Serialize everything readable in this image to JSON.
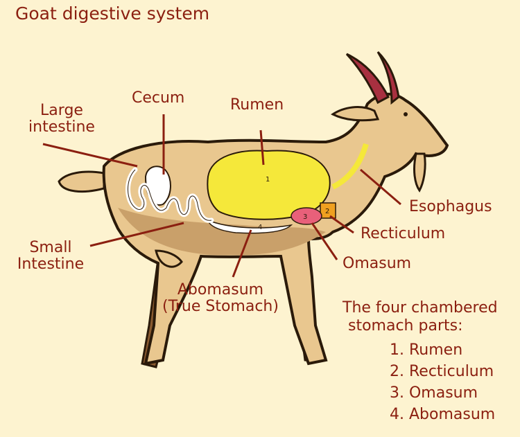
{
  "title": "Goat digestive system",
  "labels": {
    "large_intestine_1": "Large",
    "large_intestine_2": "intestine",
    "cecum": "Cecum",
    "rumen": "Rumen",
    "esophagus": "Esophagus",
    "recticulum": "Recticulum",
    "omasum": "Omasum",
    "small_intestine_1": "Small",
    "small_intestine_2": "Intestine",
    "abomasum_1": "Abomasum",
    "abomasum_2": "(True Stomach)"
  },
  "organ_numbers": {
    "rumen": "1",
    "recticulum": "2",
    "omasum": "3",
    "abomasum": "4"
  },
  "legend": {
    "heading_1": "The four chambered",
    "heading_2": "stomach parts:",
    "items": [
      "1. Rumen",
      "2. Recticulum",
      "3. Omasum",
      "4. Abomasum"
    ]
  },
  "colors": {
    "background": "#fdf3d0",
    "text": "#8b1f10",
    "goat_body": "#e9c78f",
    "goat_shade": "#c9a06a",
    "rumen": "#f5e83a",
    "recticulum": "#f0a020",
    "omasum": "#e8607a"
  }
}
